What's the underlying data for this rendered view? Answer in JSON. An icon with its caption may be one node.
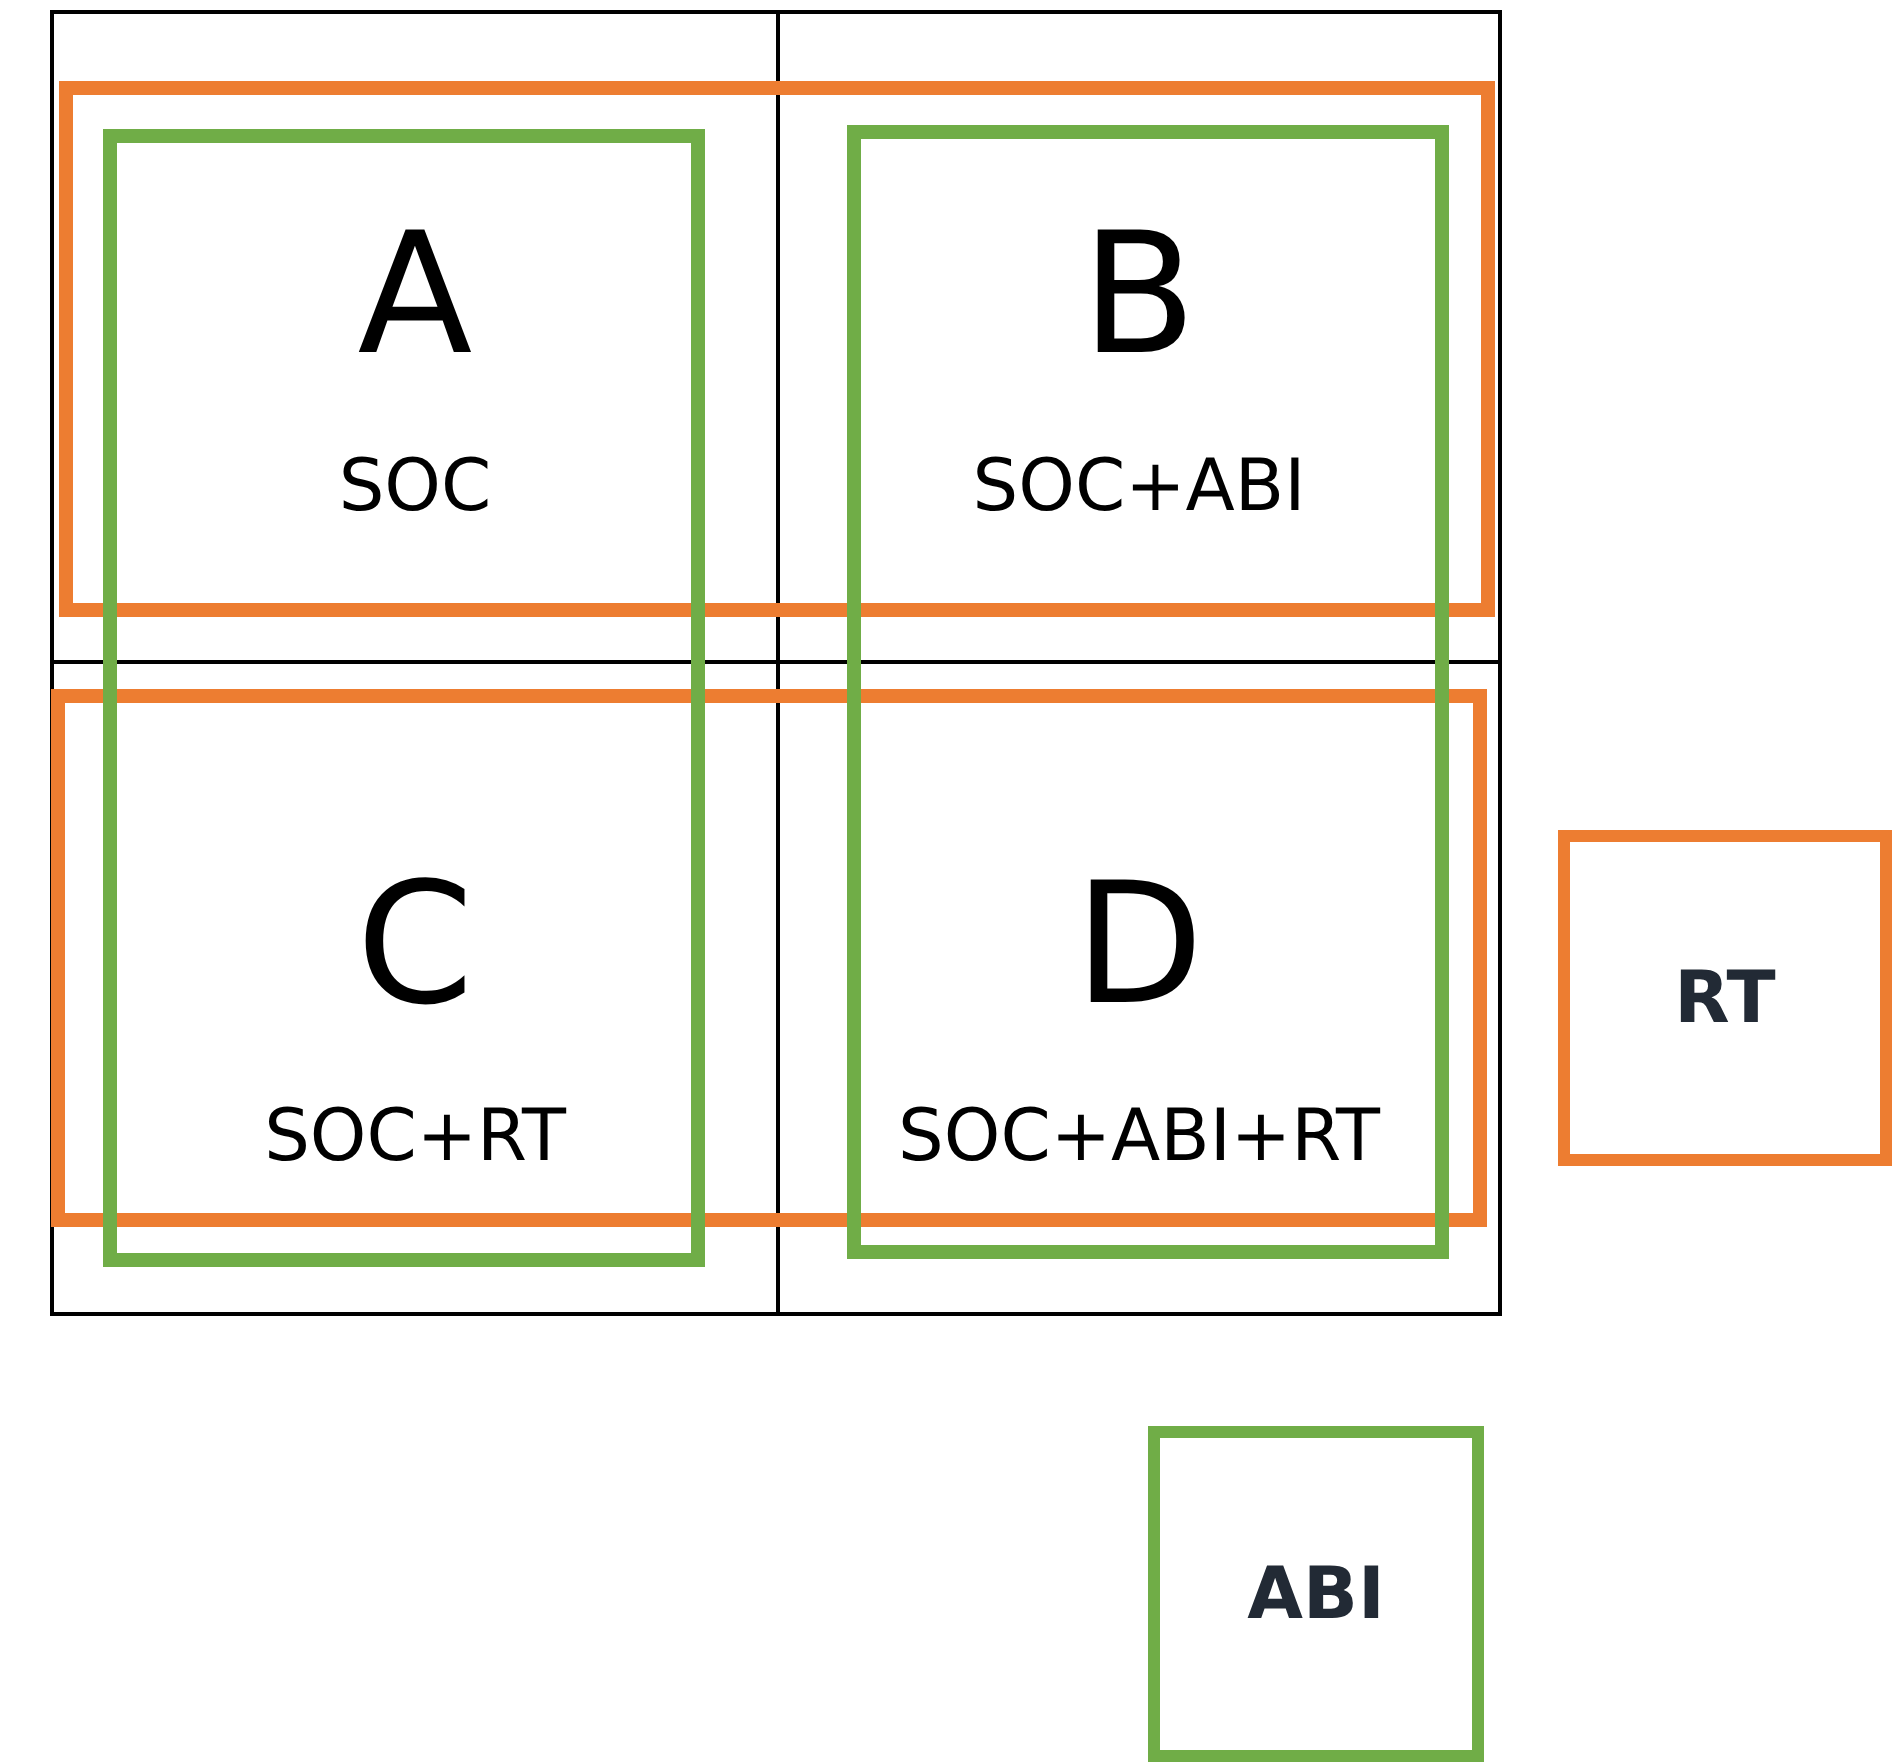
{
  "diagram": {
    "nodes": [
      {
        "text": [
          "A",
          "SOC"
        ]
      },
      {
        "text": [
          "B",
          "SOC+ABI"
        ]
      },
      {
        "text": [
          "C",
          "SOC+RT"
        ]
      },
      {
        "text": [
          "D",
          "SOC+ABI+RT"
        ]
      },
      {
        "text": [
          "RT"
        ]
      },
      {
        "text": [
          "ABI"
        ]
      }
    ],
    "edges": []
  }
}
